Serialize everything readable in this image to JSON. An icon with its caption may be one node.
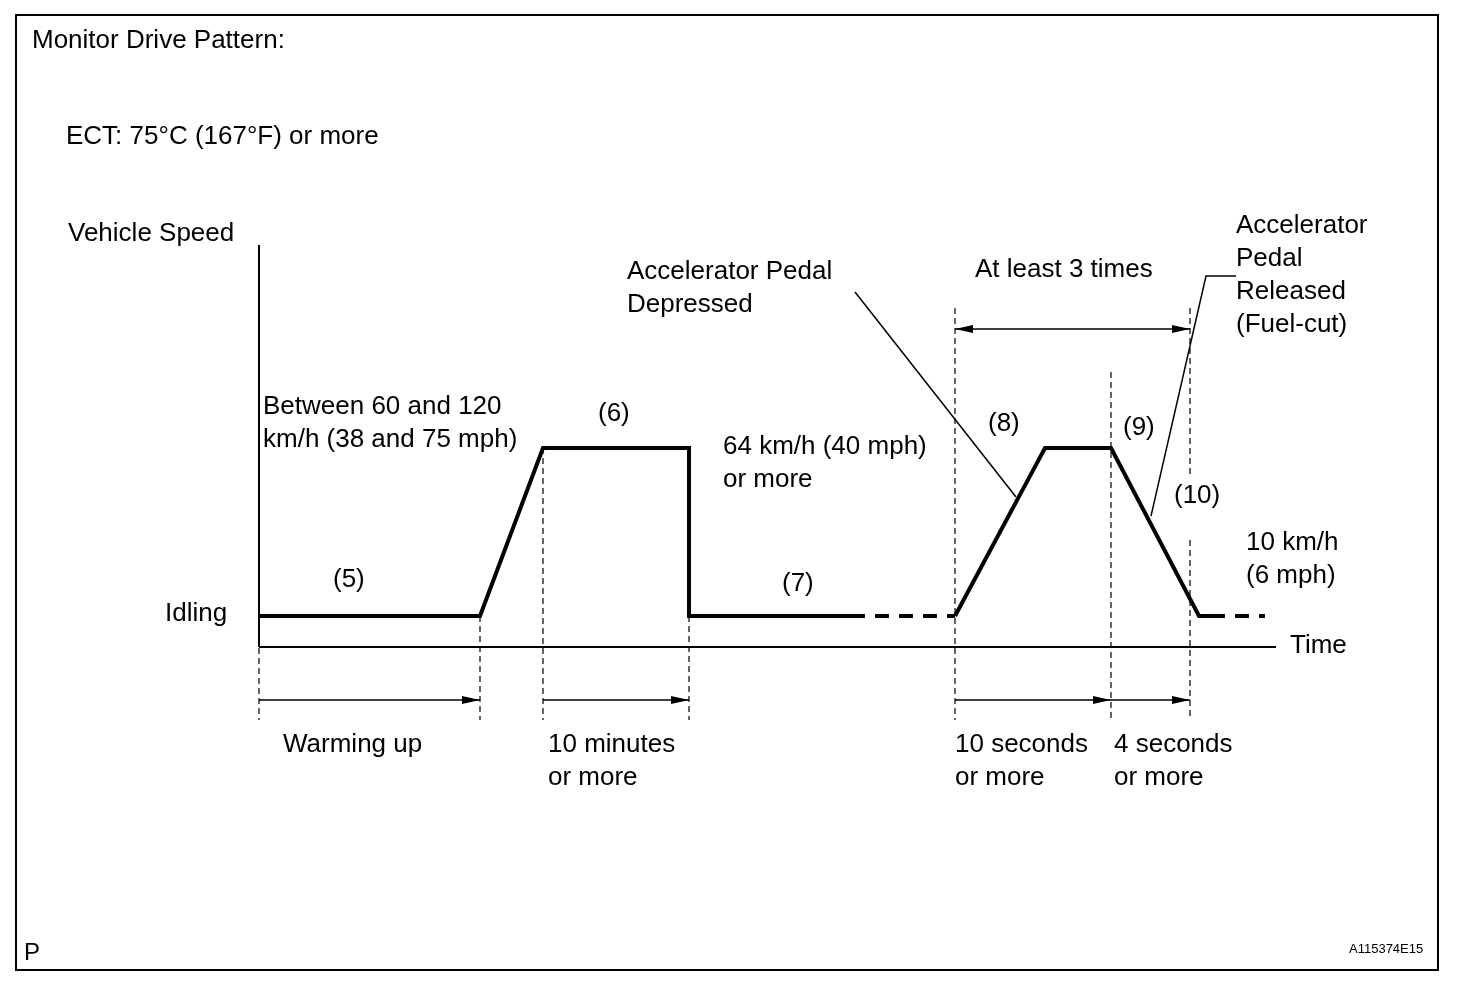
{
  "diagram": {
    "title": "Monitor Drive Pattern:",
    "nodes": [
      {
        "text": [
          "Accelerator Pedal Depressed"
        ]
      },
      {
        "text": [
          "Accelerator Pedal Released (Fuel-cut)"
        ]
      }
    ],
    "edges": [
      {
        "from": 0,
        "to": null,
        "arrow": "none"
      },
      {
        "from": 1,
        "to": null,
        "arrow": "none"
      }
    ],
    "labels": [
      "ECT: 75°C (167°F) or more",
      "Vehicle Speed",
      "At least 3 times",
      "Between 60 and 120 km/h (38 and 75 mph)",
      "(6)",
      "(8)",
      "(9)",
      "64 km/h (40 mph) or more",
      "(10)",
      "10 km/h (6 mph)",
      "(5)",
      "(7)",
      "Idling",
      "Time",
      "Warming up",
      "10 minutes or more",
      "10 seconds or more",
      "4 seconds or more",
      "P",
      "A115374E15"
    ]
  }
}
